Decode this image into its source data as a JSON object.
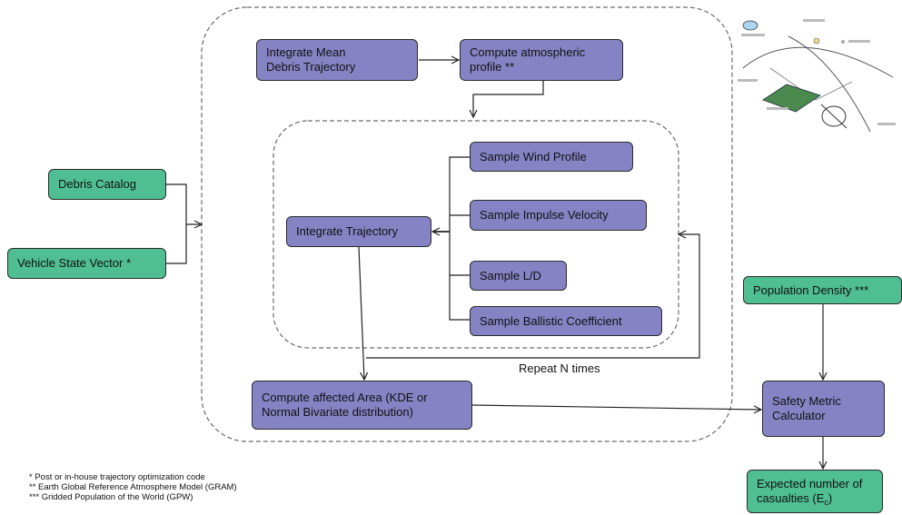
{
  "boxes": {
    "integrate_mean": "Integrate Mean\nDebris Trajectory",
    "compute_atm": "Compute atmospheric\nprofile **",
    "sample_wind": "Sample Wind Profile",
    "sample_impulse": "Sample Impulse Velocity",
    "sample_ld": "Sample L/D",
    "sample_ballistic": "Sample Ballistic Coefficient",
    "integrate_traj": "Integrate Trajectory",
    "debris_catalog": "Debris Catalog",
    "vehicle_state": "Vehicle State Vector *",
    "compute_area": "Compute affected Area (KDE or\nNormal Bivariate distribution)",
    "population_density": "Population Density ***",
    "safety_metric": "Safety Metric\nCalculator",
    "expected_line1": "Expected number of",
    "expected_line2": "casualties (E",
    "expected_sub": "c",
    "expected_end": ")"
  },
  "repeat_label": "Repeat N times",
  "footnotes": [
    "* Post or in-house trajectory optimization code",
    "** Earth Global Reference Atmosphere Model (GRAM)",
    "*** Gridded Population of the World (GPW)"
  ],
  "colors": {
    "process": "#8683c4",
    "input": "#4fbe92",
    "stroke": "#2b2b2b",
    "dash": "#6b6b6b"
  }
}
